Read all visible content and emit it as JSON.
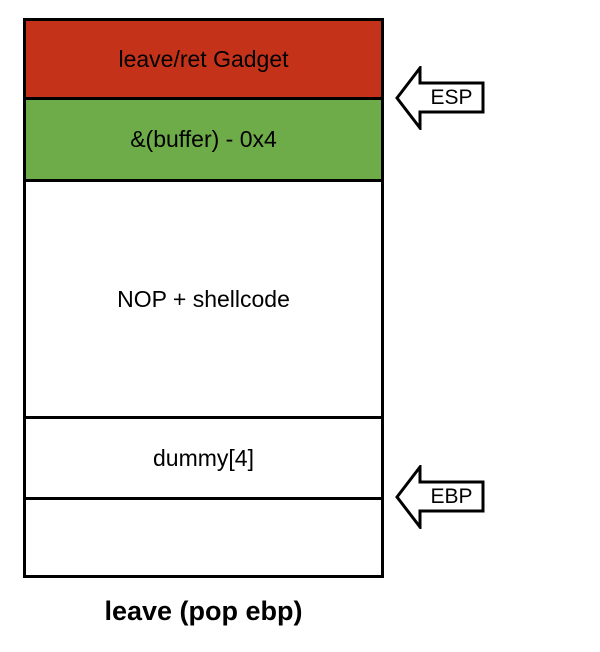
{
  "diagram": {
    "caption": "leave (pop ebp)",
    "stack_rows": [
      {
        "id": "gadget",
        "label": "leave/ret Gadget",
        "fill": "#c5321a"
      },
      {
        "id": "buffer-address",
        "label": "&(buffer) - 0x4",
        "fill": "#6dac48"
      },
      {
        "id": "shellcode",
        "label": "NOP + shellcode",
        "fill": "#ffffff"
      },
      {
        "id": "dummy",
        "label": "dummy[4]",
        "fill": "#ffffff"
      },
      {
        "id": "bottom-cell",
        "label": "",
        "fill": "#ffffff"
      }
    ],
    "pointers": [
      {
        "register": "ESP"
      },
      {
        "register": "EBP"
      }
    ],
    "colors": {
      "background": "#ffffff",
      "border": "#000000",
      "text": "#000000",
      "gadget_fill": "#c5321a",
      "buffer_fill": "#6dac48",
      "arrow_fill": "#ffffff",
      "arrow_outline": "#000000"
    }
  }
}
